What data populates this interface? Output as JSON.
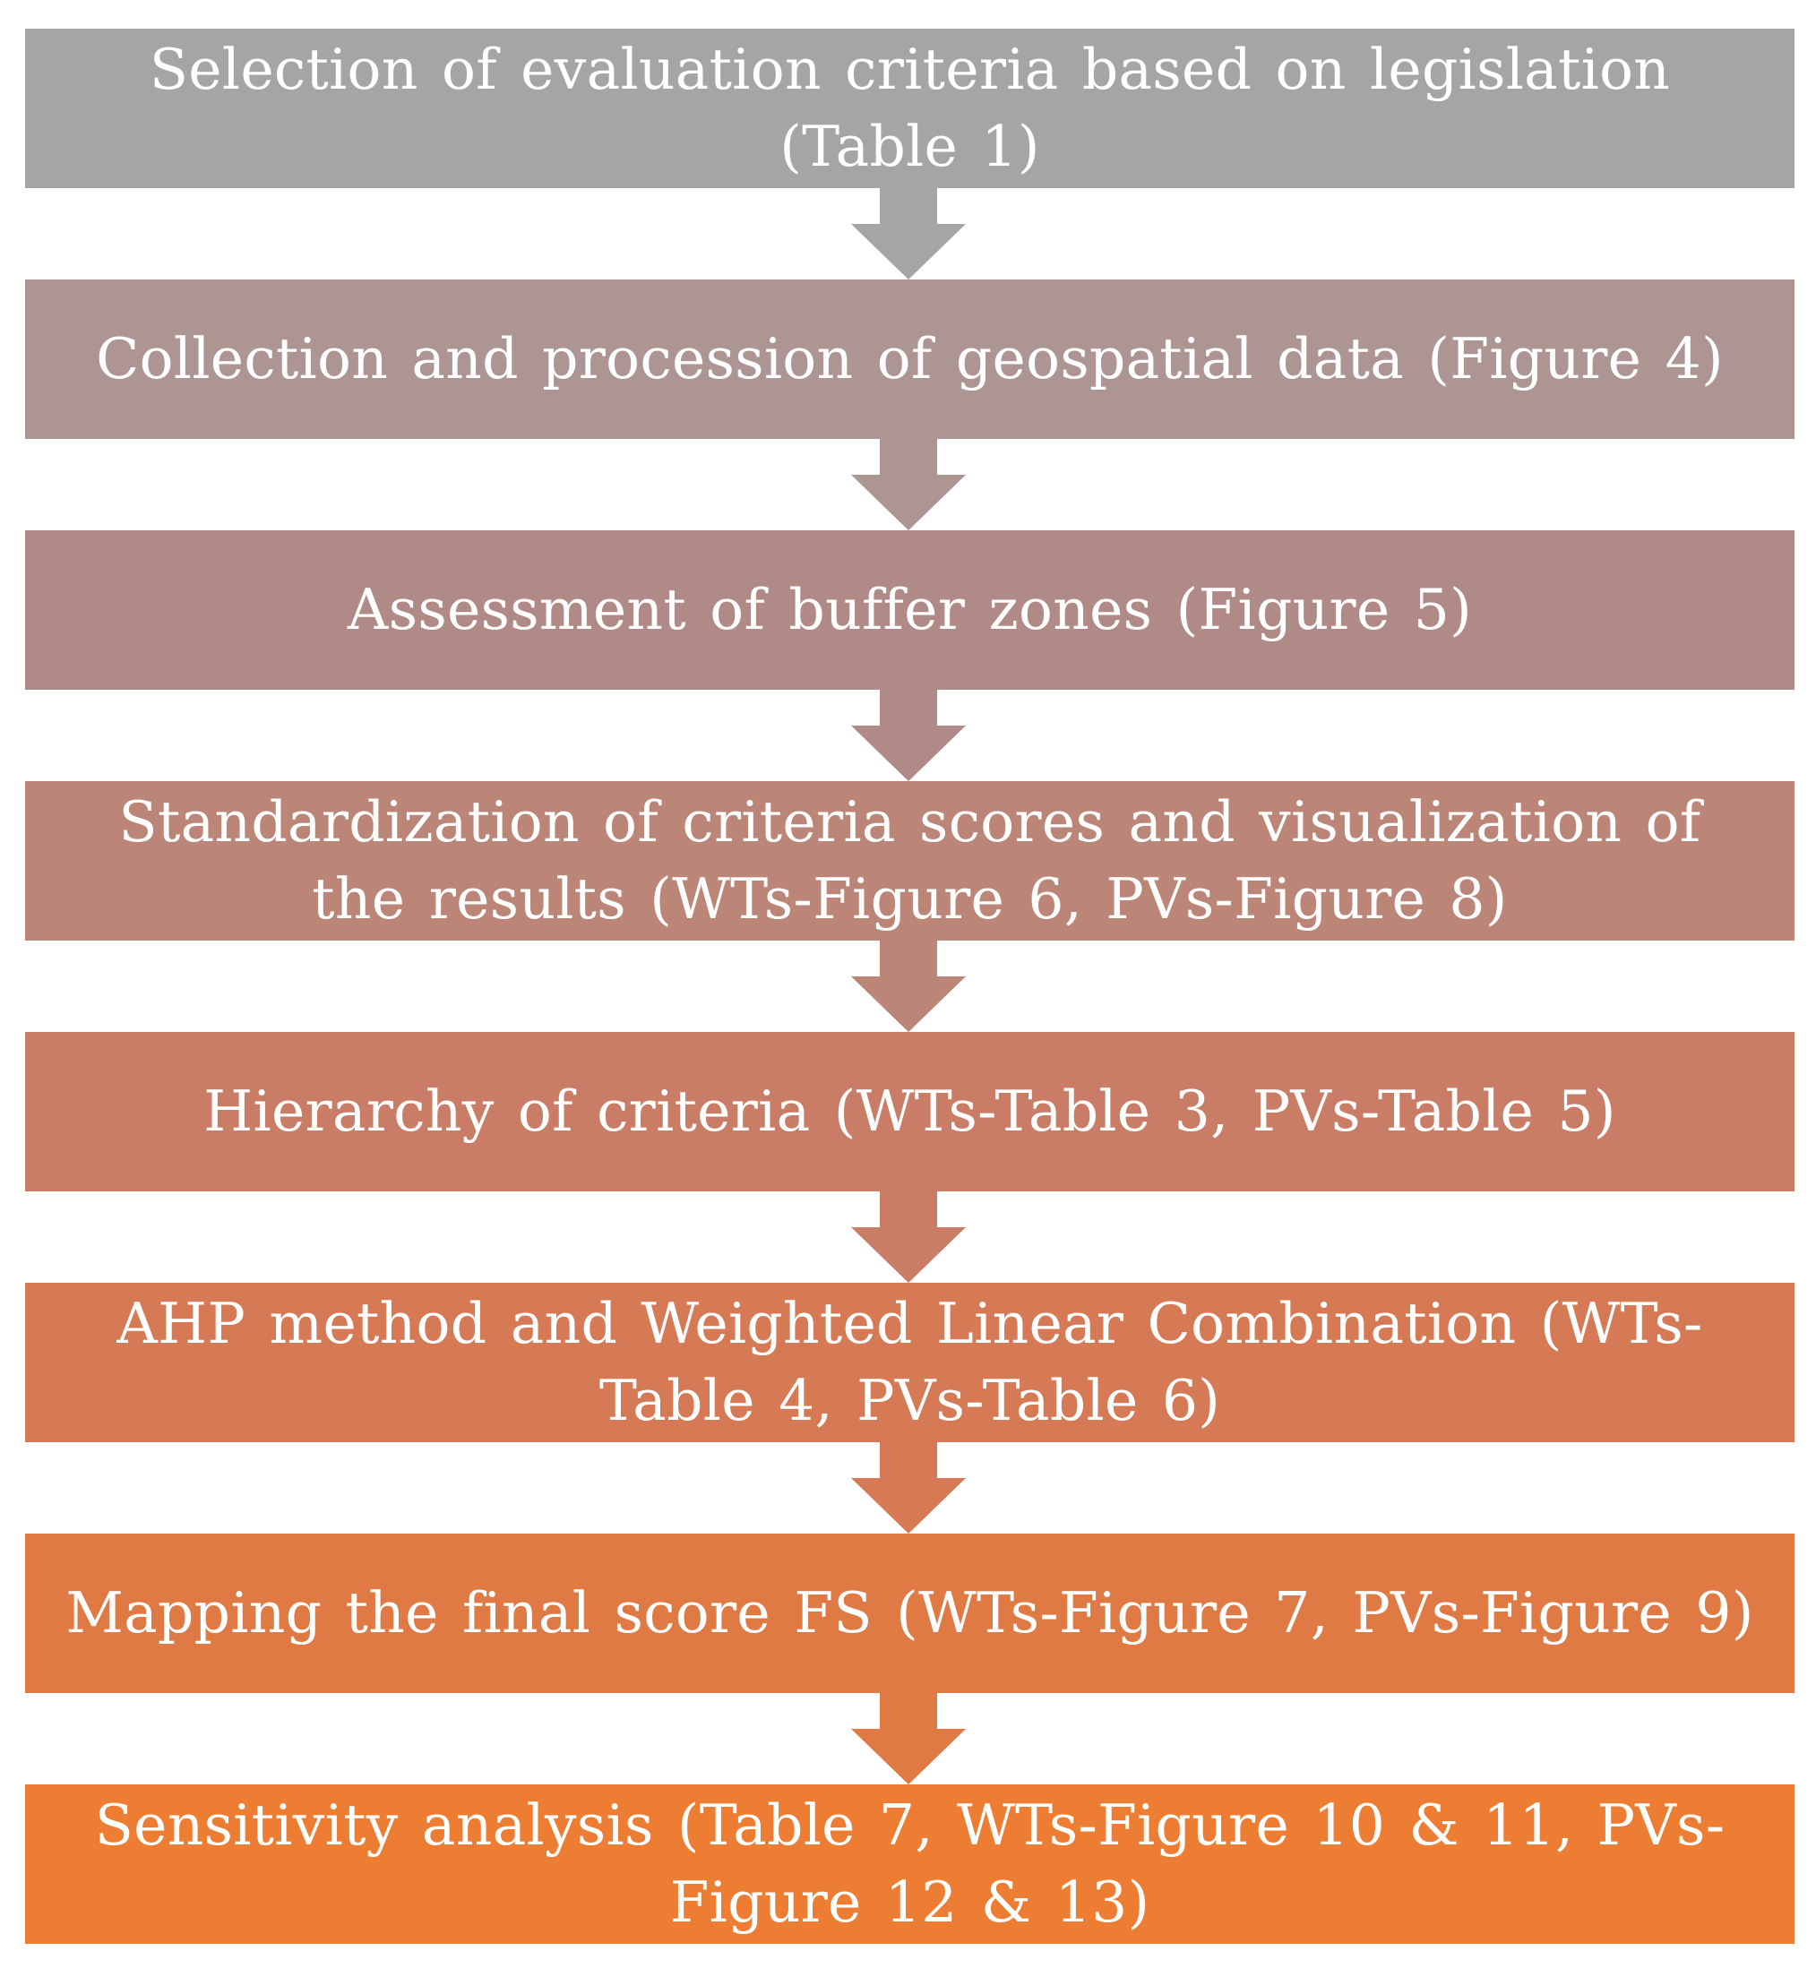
{
  "flowchart": {
    "steps": [
      {
        "label": "Selection of evaluation criteria based on legislation (Table 1)",
        "color": "#a5a5a5"
      },
      {
        "label": "Collection and procession of geospatial data (Figure 4)",
        "color": "#ac9593"
      },
      {
        "label": "Assessment of buffer zones (Figure 5)",
        "color": "#b08a86"
      },
      {
        "label": "Standardization of criteria scores and visualization of the results (WTs-Figure 6, PVs-Figure 8)",
        "color": "#bb8577"
      },
      {
        "label": "Hierarchy of criteria (WTs-Table 3, PVs-Table 5)",
        "color": "#c97d66"
      },
      {
        "label": "AHP method and Weighted Linear Combination  (WTs-Table 4, PVs-Table 6)",
        "color": "#d57a55"
      },
      {
        "label": "Mapping the final score FS (WTs-Figure 7, PVs-Figure 9)",
        "color": "#e07a45"
      },
      {
        "label": "Sensitivity analysis (Table 7, WTs-Figure 10 & 11, PVs-Figure 12 & 13)",
        "color": "#ec7d32"
      }
    ]
  }
}
